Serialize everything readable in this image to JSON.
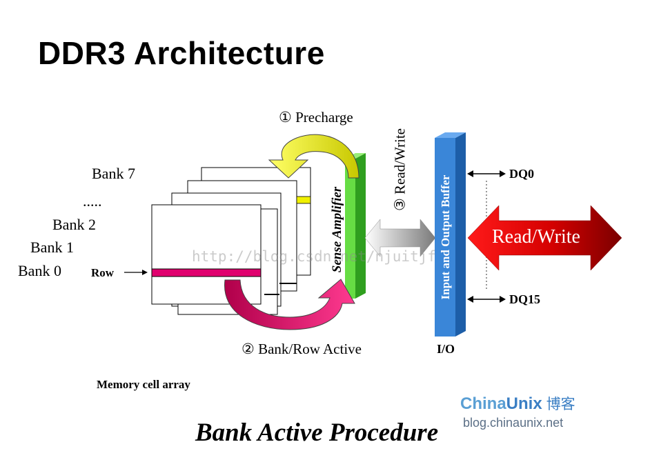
{
  "title": "DDR3 Architecture",
  "banks": {
    "bank7": "Bank 7",
    "ellipsis": ".....",
    "bank2": "Bank 2",
    "bank1": "Bank 1",
    "bank0": "Bank 0"
  },
  "row_label": "Row",
  "memory_label": "Memory cell array",
  "sense_amplifier": "Sense Amplifier",
  "precharge": "① Precharge",
  "bank_row_active": "② Bank/Row Active",
  "read_write_vertical": "③ Read/Write",
  "io_buffer": "Input and Output Buffer",
  "io_label": "I/O",
  "dq0": "DQ0",
  "dq15": "DQ15",
  "read_write_arrow": "Read/Write",
  "caption": "Bank Active Procedure",
  "watermark": "http://blog.csdn.net/njuitjf",
  "logo": {
    "china": "China",
    "unix": "Unix",
    "cn": "博客",
    "url": "blog.chinaunix.net"
  },
  "colors": {
    "row_highlight": "#e0006e",
    "sense_amp": "#55cc33",
    "io_buffer": "#3a86d8",
    "precharge_arrow": "#f0f000",
    "active_arrow": "#e8006a",
    "read_write_arrow": "#d81010"
  }
}
